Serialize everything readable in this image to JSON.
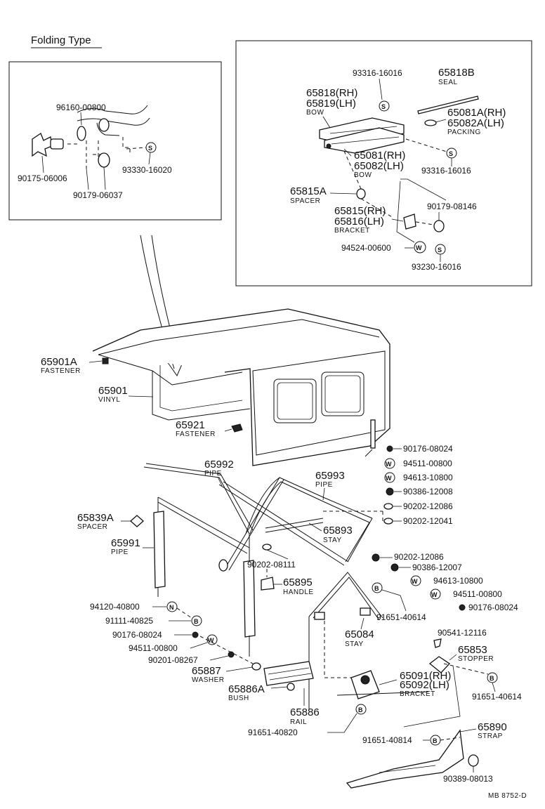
{
  "title": "Folding Type",
  "footer_code": "MB 8752-D",
  "symbols": {
    "s": "S",
    "w": "W",
    "b": "B",
    "n": "N"
  },
  "parts": {
    "p96160": "96160-00800",
    "p90175": "90175-06006",
    "p90179a": "90179-06037",
    "p93330": "93330-16020",
    "p93316a": "93316-16016",
    "p65818b": "65818B",
    "p65818b_sub": "SEAL",
    "p65818": "65818(RH)",
    "p65819": "65819(LH)",
    "p65819_sub": "BOW",
    "p65081a": "65081A(RH)",
    "p65082a": "65082A(LH)",
    "p65082a_sub": "PACKING",
    "p65081": "65081(RH)",
    "p65082": "65082(LH)",
    "p65082_sub": "BOW",
    "p93316b": "93316-16016",
    "p65815a": "65815A",
    "p65815a_sub": "SPACER",
    "p90179b": "90179-08146",
    "p65815": "65815(RH)",
    "p65816": "65816(LH)",
    "p65816_sub": "BRACKET",
    "p94524": "94524-00600",
    "p93230": "93230-16016",
    "p65901a": "65901A",
    "p65901a_sub": "FASTENER",
    "p65901": "65901",
    "p65901_sub": "VINYL",
    "p65921": "65921",
    "p65921_sub": "FASTENER",
    "p90176a": "90176-08024",
    "p94511a": "94511-00800",
    "p94613a": "94613-10800",
    "p90386a": "90386-12008",
    "p90202a": "90202-12086",
    "p90202b": "90202-12041",
    "p65992": "65992",
    "p65992_sub": "PIPE",
    "p65993": "65993",
    "p65993_sub": "PIPE",
    "p65839a": "65839A",
    "p65839a_sub": "SPACER",
    "p65893": "65893",
    "p65893_sub": "STAY",
    "p65991": "65991",
    "p65991_sub": "PIPE",
    "p90202c": "90202-08111",
    "p90202d": "90202-12086",
    "p90386b": "90386-12007",
    "p94613b": "94613-10800",
    "p94511b": "94511-00800",
    "p90176b": "90176-08024",
    "p65895": "65895",
    "p65895_sub": "HANDLE",
    "p94120": "94120-40800",
    "p91111": "91111-40825",
    "p91651a": "91651-40614",
    "p65084": "65084",
    "p65084_sub": "STAY",
    "p90176c": "90176-08024",
    "p94511c": "94511-00800",
    "p90201": "90201-08267",
    "p90541": "90541-12116",
    "p65853": "65853",
    "p65853_sub": "STOPPER",
    "p65887": "65887",
    "p65887_sub": "WASHER",
    "p65091": "65091(RH)",
    "p65092": "65092(LH)",
    "p65092_sub": "BRACKET",
    "p65886a": "65886A",
    "p65886a_sub": "BUSH",
    "p91651b": "91651-40614",
    "p65886": "65886",
    "p65886_sub": "RAIL",
    "p91651c": "91651-40820",
    "p65890": "65890",
    "p65890_sub": "STRAP",
    "p91651d": "91651-40814",
    "p90389": "90389-08013"
  }
}
